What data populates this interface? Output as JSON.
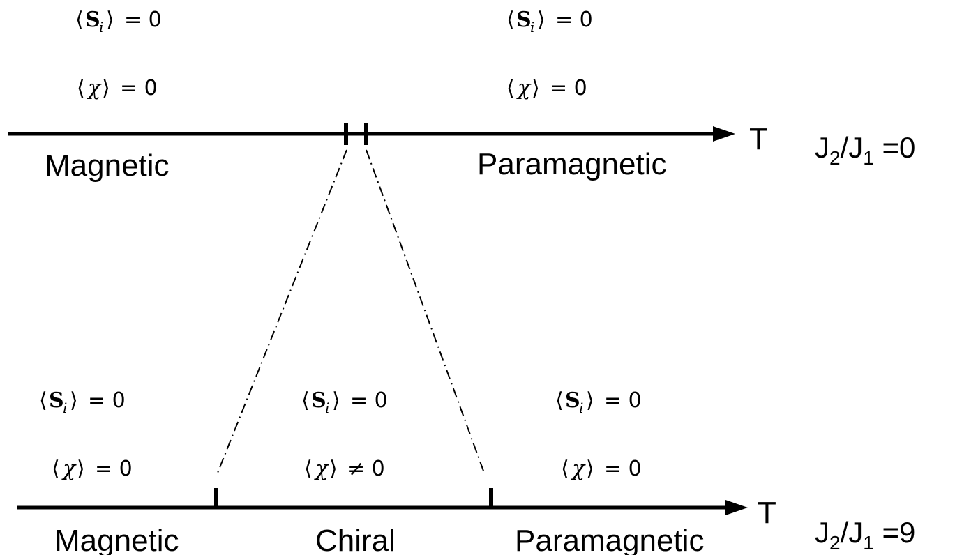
{
  "top_diagram": {
    "axis_label": "T",
    "ratio": {
      "J_a": "J",
      "sub_a": "2",
      "slash": "/J",
      "sub_b": "1",
      "value": " =0"
    },
    "phases": [
      {
        "label": "Magnetic",
        "spin_lhs": "S",
        "spin_index": "i",
        "spin_eq": "= 0",
        "chi_symbol": "χ",
        "chi_eq": "= 0"
      },
      {
        "label": "Paramagnetic",
        "spin_lhs": "S",
        "spin_index": "i",
        "spin_eq": "= 0",
        "chi_symbol": "χ",
        "chi_eq": "= 0"
      }
    ]
  },
  "bottom_diagram": {
    "axis_label": "T",
    "ratio": {
      "J_a": "J",
      "sub_a": "2",
      "slash": "/J",
      "sub_b": "1",
      "value": " =9"
    },
    "phases": [
      {
        "label": "Magnetic",
        "spin_lhs": "S",
        "spin_index": "i",
        "spin_eq": "= 0",
        "chi_symbol": "χ",
        "chi_eq": "= 0"
      },
      {
        "label": "Chiral",
        "spin_lhs": "S",
        "spin_index": "i",
        "spin_eq": "= 0",
        "chi_symbol": "χ",
        "chi_eq": "≠ 0"
      },
      {
        "label": "Paramagnetic",
        "spin_lhs": "S",
        "spin_index": "i",
        "spin_eq": "= 0",
        "chi_symbol": "χ",
        "chi_eq": "= 0"
      }
    ]
  },
  "brackets": {
    "open": "⟨",
    "close": "⟩"
  }
}
